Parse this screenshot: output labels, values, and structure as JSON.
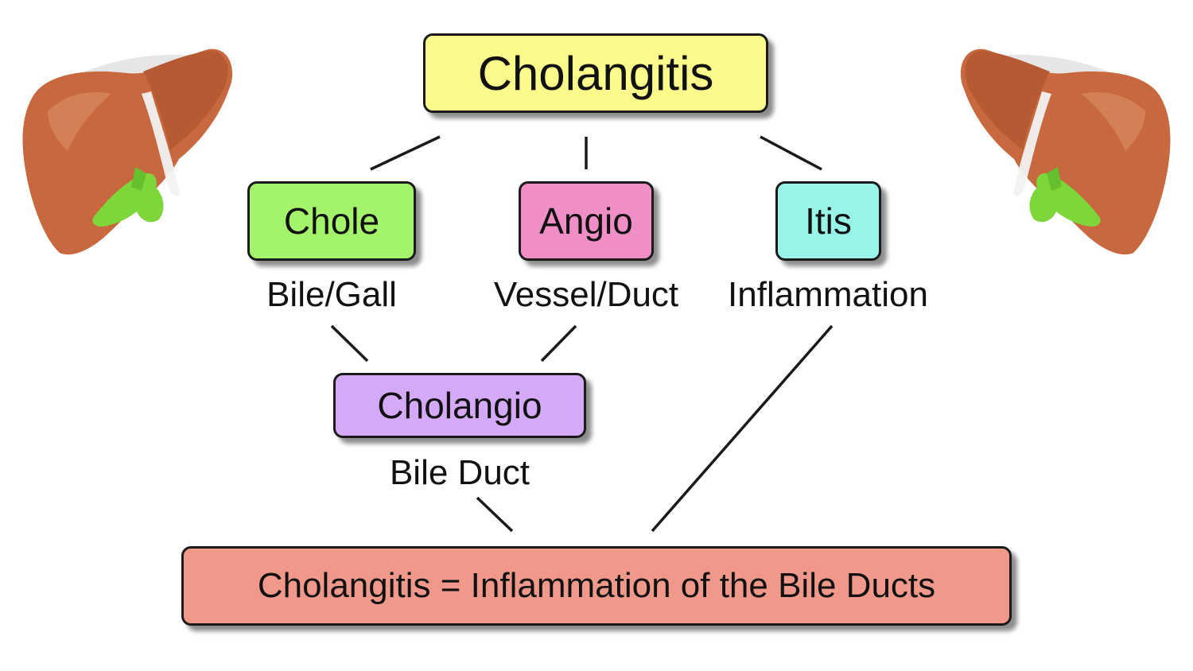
{
  "diagram": {
    "root": {
      "label": "Cholangitis",
      "color": "#fbfb8c"
    },
    "parts": [
      {
        "id": "chole",
        "label": "Chole",
        "meaning": "Bile/Gall",
        "color": "#a3f36b"
      },
      {
        "id": "angio",
        "label": "Angio",
        "meaning": "Vessel/Duct",
        "color": "#ef8fc6"
      },
      {
        "id": "itis",
        "label": "Itis",
        "meaning": "Inflammation",
        "color": "#98f5e8"
      }
    ],
    "combined": {
      "label": "Cholangio",
      "meaning": "Bile Duct",
      "color": "#d4aaf8"
    },
    "result": {
      "label": "Cholangitis = Inflammation of the Bile Ducts",
      "color": "#f0998b"
    }
  },
  "illustrations": {
    "left": "liver-gallbladder-icon",
    "right": "liver-gallbladder-icon",
    "liver_color": "#c8683e",
    "gallbladder_color": "#7dd63a"
  }
}
